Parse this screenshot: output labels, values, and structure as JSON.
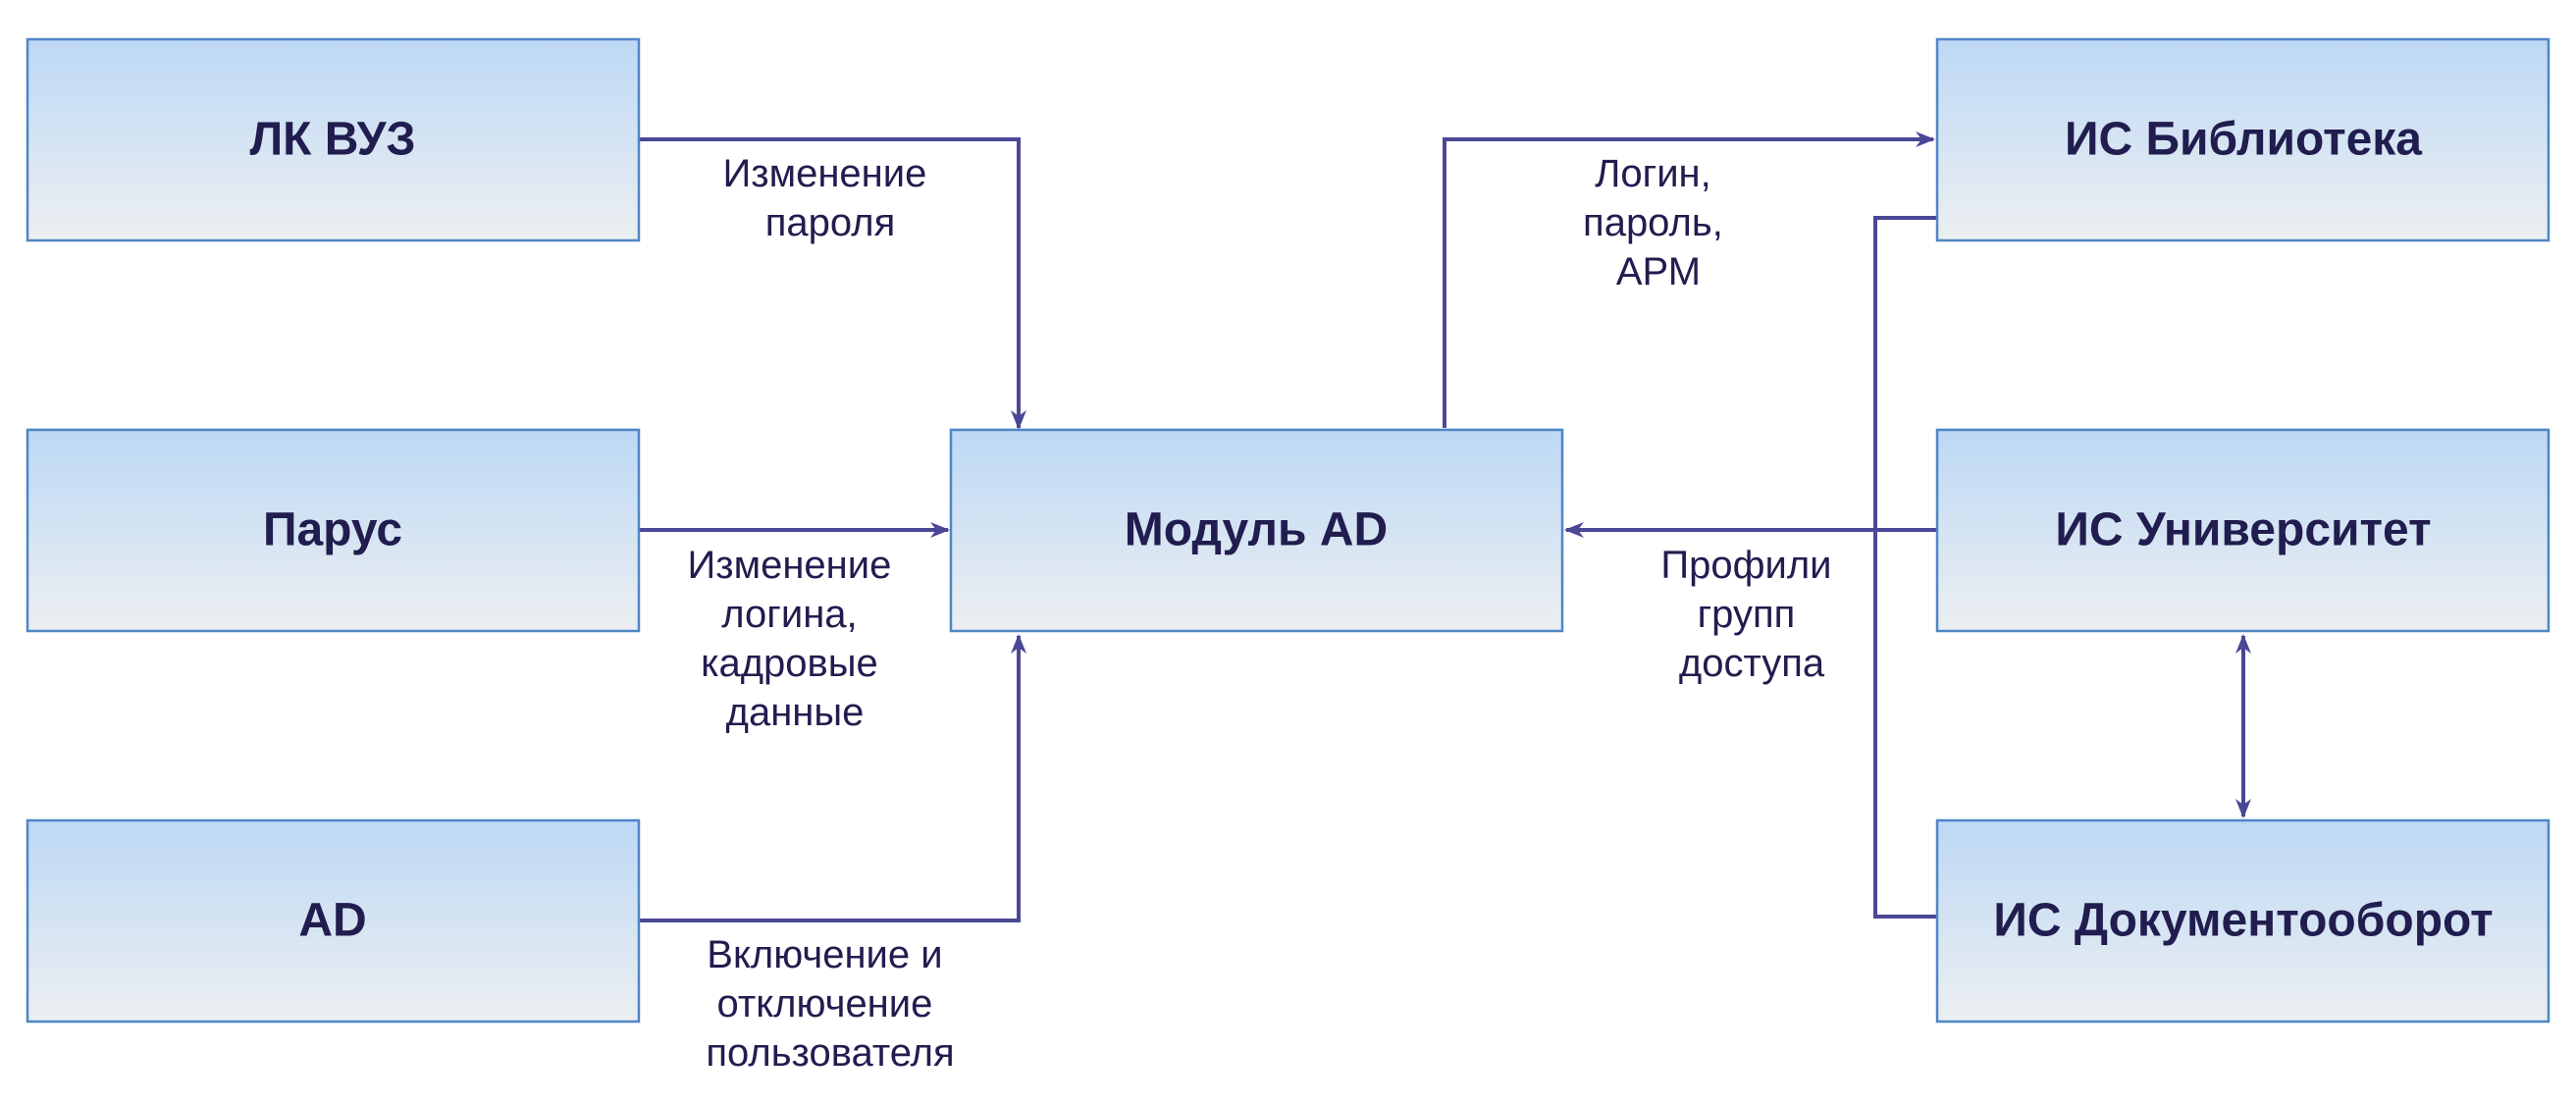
{
  "colors": {
    "box_top": "#bdd8f5",
    "box_bottom": "#eceff1",
    "box_border": "#4f86c6",
    "connector": "#4a4795",
    "text": "#211d4f"
  },
  "nodes": {
    "lk_vuz": "ЛК ВУЗ",
    "parus": "Парус",
    "ad": "AD",
    "module_ad": "Модуль AD",
    "is_library": "ИС Библиотека",
    "is_university": "ИС Университет",
    "is_docflow": "ИС Документооборот"
  },
  "edges": {
    "password_change": [
      "Изменение",
      "пароля"
    ],
    "login_change": [
      "Изменение",
      "логина,",
      "кадровые",
      "данные"
    ],
    "user_toggle": [
      "Включение и",
      "отключение",
      "пользователя"
    ],
    "login_password_arm": [
      "Логин,",
      "пароль,",
      "АРМ"
    ],
    "access_profiles": [
      "Профили",
      "групп",
      "доступа"
    ]
  }
}
